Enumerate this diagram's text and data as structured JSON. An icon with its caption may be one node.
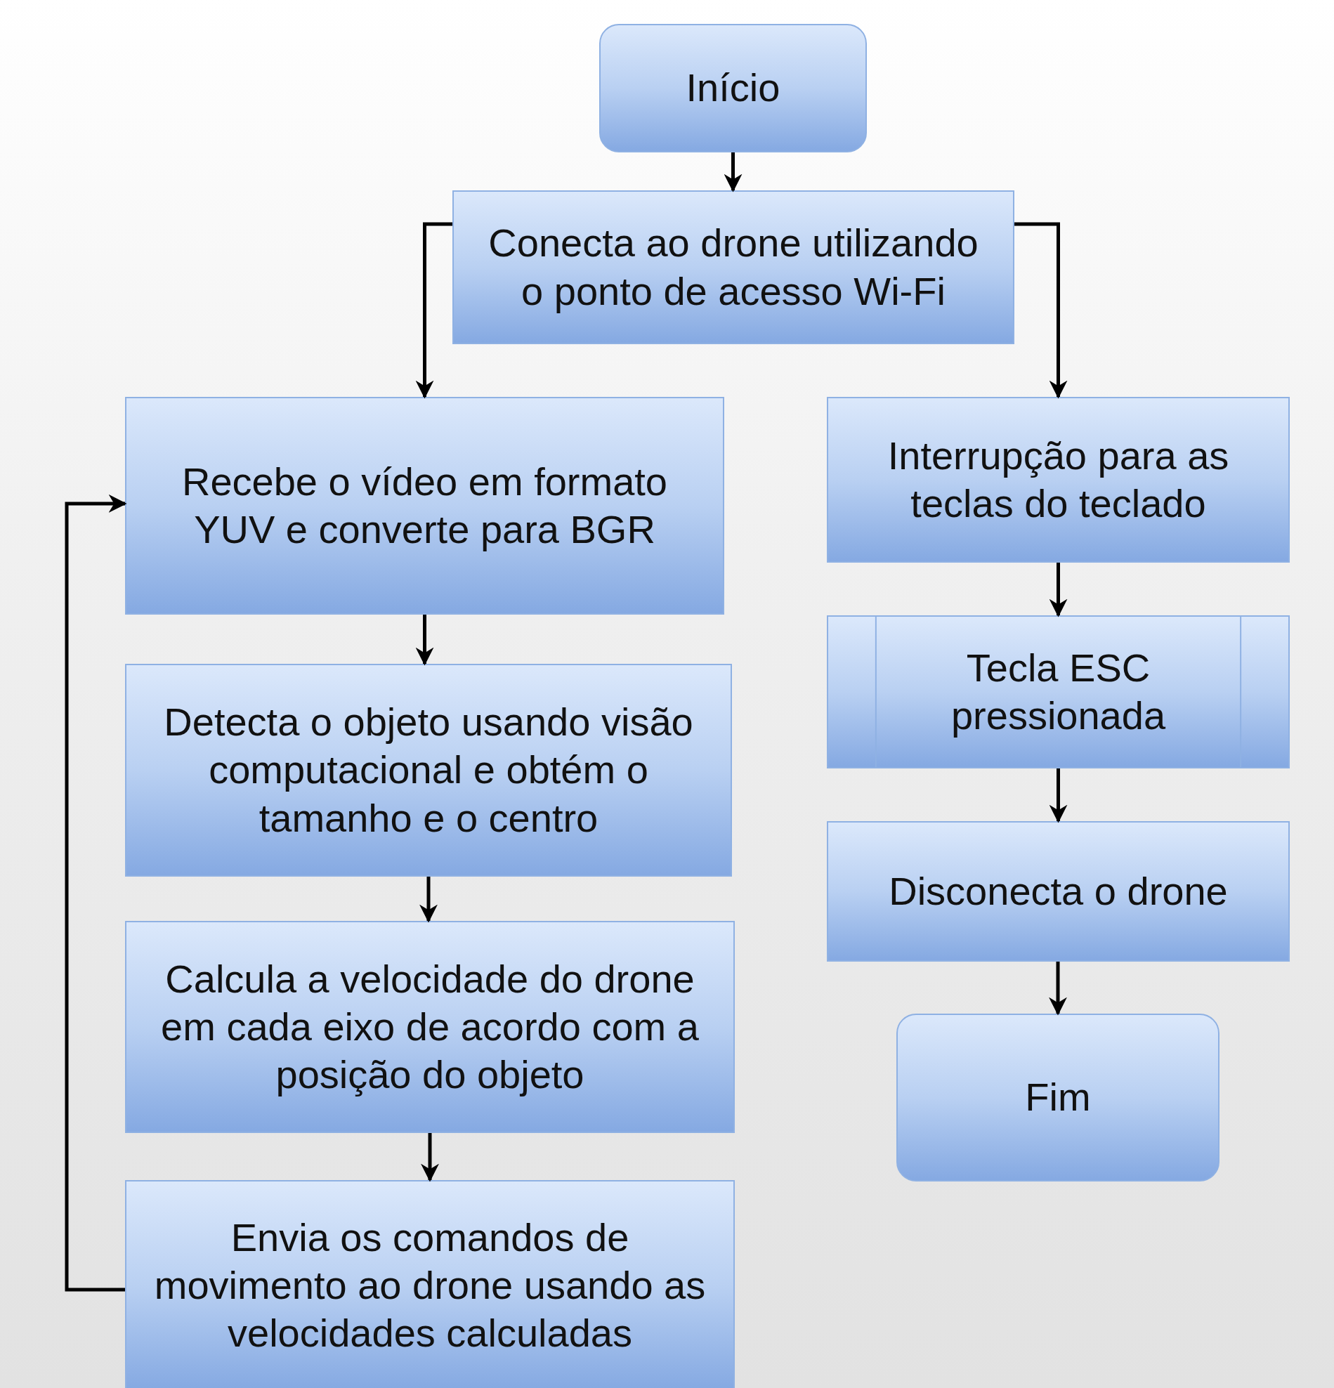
{
  "diagram": {
    "nodes": [
      {
        "text": [
          "Início"
        ]
      },
      {
        "text": [
          "Conecta ao drone utilizando o ponto de acesso Wi-Fi"
        ]
      },
      {
        "text": [
          "Recebe o vídeo em formato YUV e converte para BGR"
        ]
      },
      {
        "text": [
          "Detecta o objeto usando visão computacional e obtém o tamanho e o centro"
        ]
      },
      {
        "text": [
          "Calcula a velocidade do drone em cada eixo de acordo com a posição do objeto"
        ]
      },
      {
        "text": [
          "Envia os comandos de movimento ao drone usando as velocidades calculadas"
        ]
      },
      {
        "text": [
          "Interrupção para as teclas do teclado"
        ]
      },
      {
        "text": [
          "Tecla ESC pressionada"
        ]
      },
      {
        "text": [
          "Disconecta o drone"
        ]
      },
      {
        "text": [
          "Fim"
        ]
      }
    ],
    "edges": [
      {
        "from": 0,
        "to": 1,
        "arrow": "to"
      },
      {
        "from": 1,
        "to": 2,
        "arrow": "to"
      },
      {
        "from": 1,
        "to": 6,
        "arrow": "to"
      },
      {
        "from": 2,
        "to": 3,
        "arrow": "to"
      },
      {
        "from": 3,
        "to": 4,
        "arrow": "to"
      },
      {
        "from": 4,
        "to": 5,
        "arrow": "to"
      },
      {
        "from": 5,
        "to": 2,
        "arrow": "to"
      },
      {
        "from": 6,
        "to": 7,
        "arrow": "to"
      },
      {
        "from": 7,
        "to": 8,
        "arrow": "to"
      },
      {
        "from": 8,
        "to": 9,
        "arrow": "to"
      }
    ]
  }
}
